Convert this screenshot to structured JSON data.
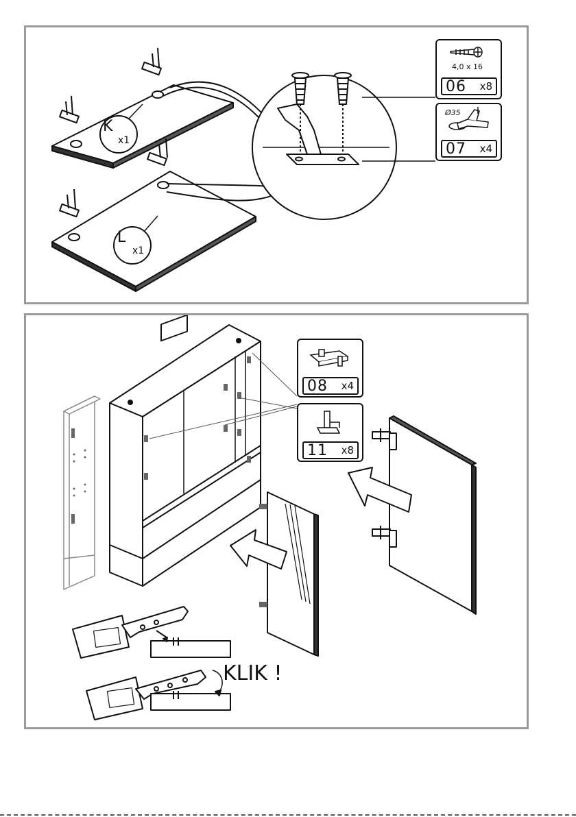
{
  "parts": {
    "screw": {
      "code": "06",
      "qty": "x8",
      "size": "4,0 x 16"
    },
    "hinge": {
      "code": "07",
      "qty": "x4",
      "diameter": "Ø35"
    },
    "hinge_plate": {
      "code": "08",
      "qty": "x4"
    },
    "bracket": {
      "code": "11",
      "qty": "x8"
    }
  },
  "panels": {
    "k": {
      "letter": "K",
      "qty": "x1"
    },
    "l": {
      "letter": "L",
      "qty": "x1"
    }
  },
  "sound_label": "KLIK !",
  "colors": {
    "frame": "#9a9a9a",
    "line": "#111111",
    "fill": "#ffffff"
  }
}
